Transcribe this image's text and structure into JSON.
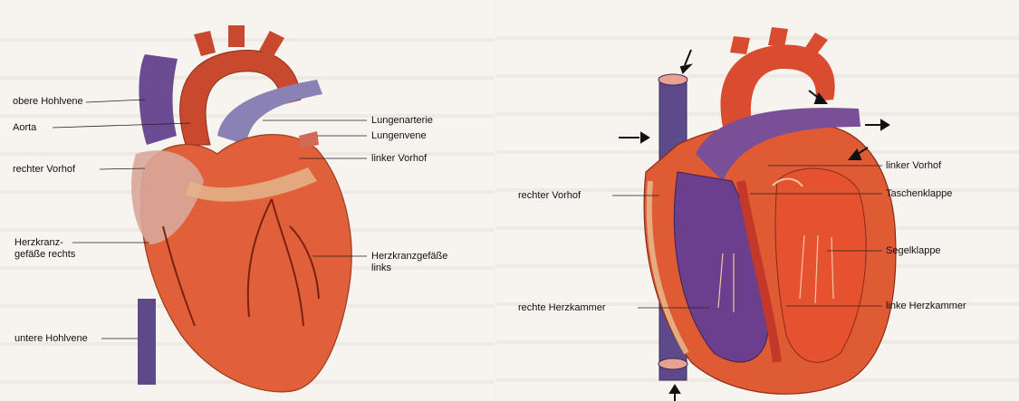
{
  "left_diagram": {
    "labels": {
      "obere_hohlvene": "obere Hohlvene",
      "aorta": "Aorta",
      "rechter_vorhof": "rechter Vorhof",
      "herzkranzgefaesse_rechts_1": "Herzkranz-",
      "herzkranzgefaesse_rechts_2": "gefäße rechts",
      "untere_hohlvene": "untere Hohlvene",
      "lungenarterie": "Lungenarterie",
      "lungenvene": "Lungenvene",
      "linker_vorhof": "linker Vorhof",
      "herzkranzgefaesse_links_1": "Herzkranzgefäße",
      "herzkranzgefaesse_links_2": "links"
    }
  },
  "right_diagram": {
    "labels": {
      "linker_vorhof": "linker Vorhof",
      "taschenklappe": "Taschenklappe",
      "segelklappe": "Segelklappe",
      "linke_herzkammer": "linke Herzkammer",
      "rechter_vorhof": "rechter Vorhof",
      "rechte_herzkammer": "rechte Herzkammer"
    }
  },
  "colors": {
    "muscle": "#e0603a",
    "aorta_red": "#c8462e",
    "vein_purple": "#6a4a8c",
    "artery_blue": "#7d6aa8",
    "fat": "#e3b58a"
  }
}
